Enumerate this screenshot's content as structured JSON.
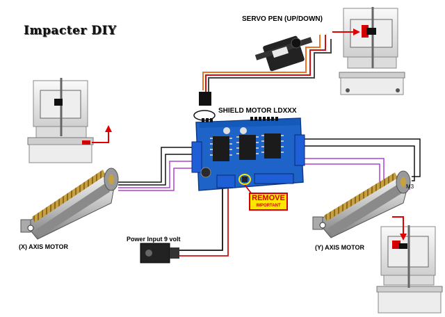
{
  "title": "Impacter DIY",
  "labels": {
    "servo": "SERVO PEN (UP/DOWN)",
    "shield": "SHIELD MOTOR LDXXX",
    "x_motor": "(X) AXIS MOTOR",
    "y_motor": "(Y) AXIS MOTOR",
    "power": "Power Input 9 volt",
    "m3": "M3"
  },
  "callout": {
    "main": "REMOVE",
    "sub": "IMPORTANT"
  },
  "colors": {
    "arrow": "#e00000",
    "board": "#1e64c8",
    "wire_purple": "#b040d0",
    "wire_black": "#111111",
    "wire_orange": "#f07020",
    "wire_red": "#d01010",
    "callout_fill": "#ffe600",
    "callout_border": "#d40000"
  }
}
